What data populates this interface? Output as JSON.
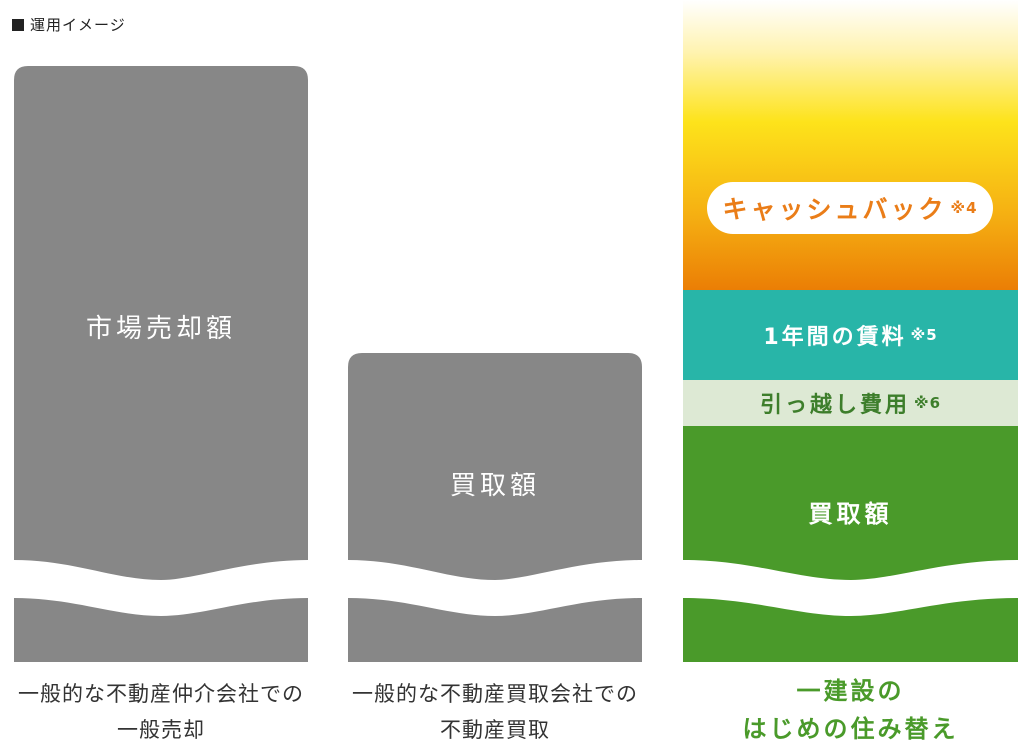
{
  "title": "運用イメージ",
  "columns": [
    {
      "block_label": "市場売却額",
      "caption_line1": "一般的な不動産仲介会社での",
      "caption_line2": "一般売却"
    },
    {
      "block_label": "買取額",
      "caption_line1": "一般的な不動産買取会社での",
      "caption_line2": "不動産買取"
    },
    {
      "cashback_label": "キャッシュバック",
      "cashback_note": "※4",
      "rent_label": "1年間の賃料",
      "rent_note": "※5",
      "moving_label": "引っ越し費用",
      "moving_note": "※6",
      "block_label": "買取額",
      "caption_line1": "一建設の",
      "caption_line2": "はじめの住み替え"
    }
  ],
  "colors": {
    "gray": "#878787",
    "green": "#4a9a2a",
    "teal": "#28b5a8",
    "light_green": "#dde9d4",
    "orange": "#ea7d18",
    "yellow": "#fde31b"
  }
}
